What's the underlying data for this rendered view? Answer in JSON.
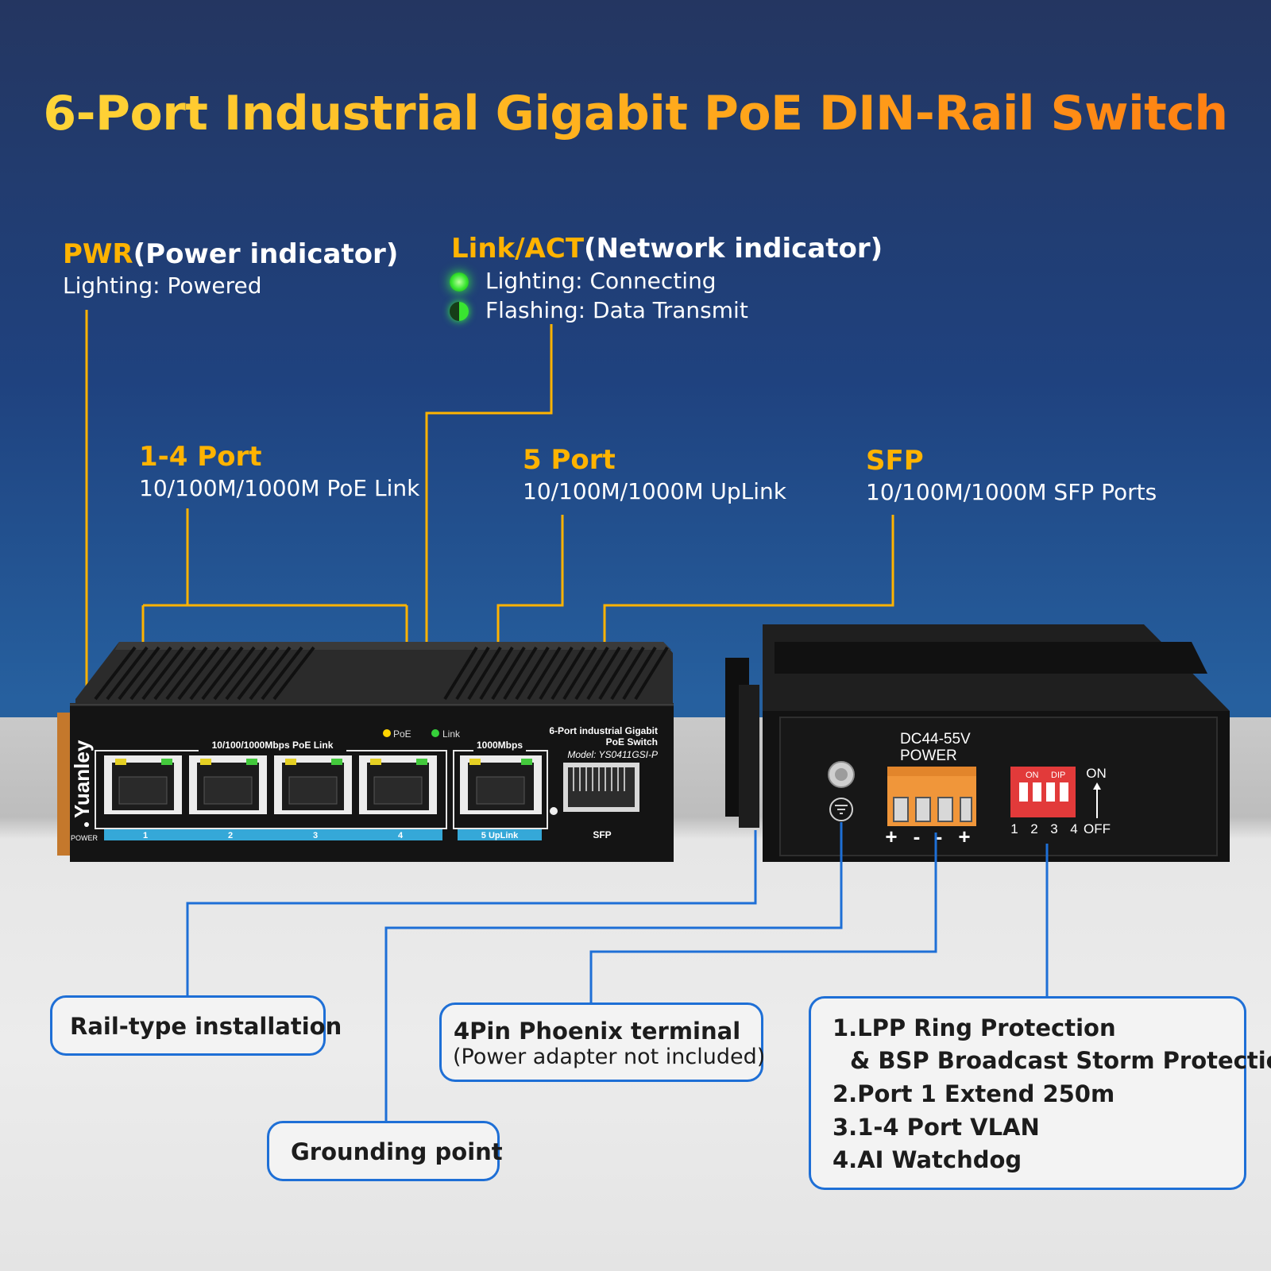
{
  "headline": "6-Port Industrial Gigabit PoE DIN-Rail Switch",
  "pwr": {
    "title_accent": "PWR",
    "title_rest": "(Power indicator)",
    "sub": "Lighting: Powered"
  },
  "link_act": {
    "title_accent": "Link/ACT",
    "title_rest": "(Network indicator)",
    "line1": "Lighting: Connecting",
    "line2": "Flashing: Data Transmit"
  },
  "ports_1_4": {
    "title": "1-4 Port",
    "sub": "10/100M/1000M PoE Link"
  },
  "port_5": {
    "title": "5 Port",
    "sub": "10/100M/1000M UpLink"
  },
  "sfp": {
    "title": "SFP",
    "sub": "10/100M/1000M SFP Ports"
  },
  "callouts": {
    "rail": "Rail-type installation",
    "phoenix_title": "4Pin Phoenix terminal",
    "phoenix_sub": "(Power adapter not included)",
    "grounding": "Grounding point",
    "features": [
      "1.LPP Ring Protection",
      "& BSP Broadcast Storm Protection",
      "2.Port 1 Extend 250m",
      "3.1-4 Port VLAN",
      "4.AI Watchdog"
    ]
  },
  "device_front": {
    "brand": "Yuanley",
    "power_label": "POWER",
    "poe_link_label": "10/100/1000Mbps PoE Link",
    "legend_poe": "PoE",
    "legend_link": "Link",
    "uplink_speed": "1000Mbps",
    "product_line1": "6-Port industrial Gigabit",
    "product_line2": "PoE Switch",
    "model": "Model: YS0411GSI-P",
    "port_numbers": [
      "1",
      "2",
      "3",
      "4"
    ],
    "uplink_label": "5 UpLink",
    "sfp_label": "SFP"
  },
  "device_side": {
    "power_line1": "DC44-55V",
    "power_line2": "POWER",
    "terminal_signs": [
      "+",
      "-",
      "-",
      "+"
    ],
    "dip_on": "ON",
    "dip_label": "DIP",
    "dip_numbers": [
      "1",
      "2",
      "3",
      "4"
    ],
    "dip_off": "OFF",
    "on_arrow_label": "ON"
  },
  "colors": {
    "accent_orange": "#ffb300",
    "leader_line": "#ffb300",
    "callout_blue": "#1e6fd6",
    "indicator_green": "#3cff3c"
  }
}
